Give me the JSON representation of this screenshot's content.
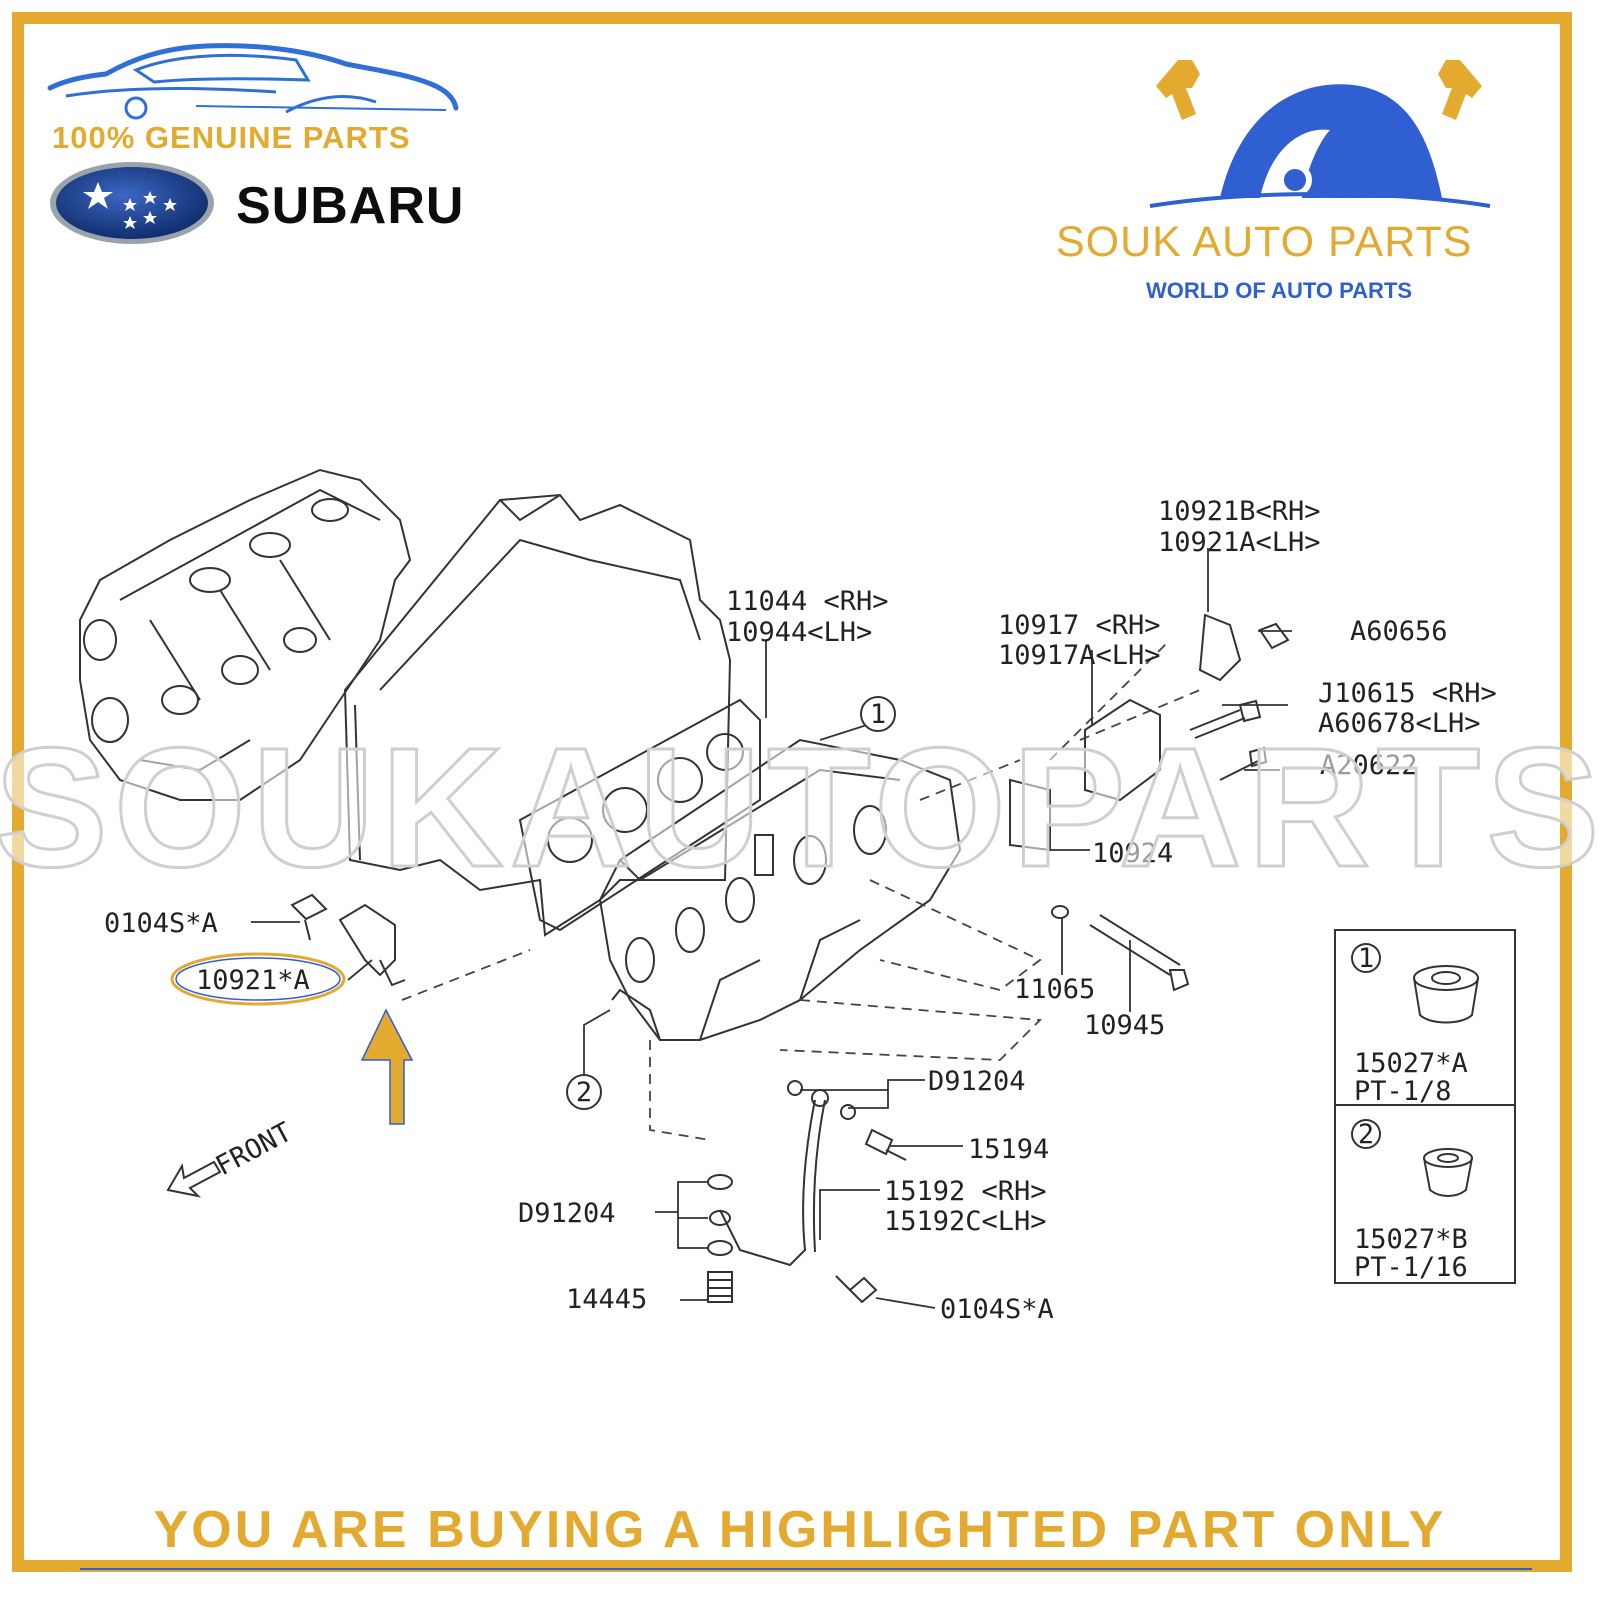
{
  "header": {
    "badge_text": "100% GENUINE PARTS",
    "brand_name": "SUBARU",
    "store_name": "SOUK AUTO PARTS",
    "store_tagline": "WORLD OF AUTO PARTS"
  },
  "watermark": "SOUKAUTOPARTS",
  "diagram": {
    "front_label": "FRONT",
    "labels": {
      "l_10921B_rh": "10921B<RH>",
      "l_10921A_lh": "10921A<LH>",
      "l_11044_rh": "11044 <RH>",
      "l_10944_lh": "10944<LH>",
      "l_10917_rh": "10917 <RH>",
      "l_10917A_lh": "10917A<LH>",
      "l_A60656": "A60656",
      "l_J10615_rh": "J10615 <RH>",
      "l_A60678_lh": "A60678<LH>",
      "l_A20622": "A20622",
      "l_10924": "10924",
      "l_11065": "11065",
      "l_10945": "10945",
      "l_0104S_A_top": "0104S*A",
      "l_10921_A": "10921*A",
      "l_D91204_right": "D91204",
      "l_15194": "15194",
      "l_15192_rh": "15192 <RH>",
      "l_15192C_lh": "15192C<LH>",
      "l_D91204_left": "D91204",
      "l_14445": "14445",
      "l_0104S_A_bottom": "0104S*A"
    },
    "callouts": [
      "1",
      "2"
    ],
    "legend": [
      {
        "number": "1",
        "part": "15027*A",
        "thread": "PT-1/8"
      },
      {
        "number": "2",
        "part": "15027*B",
        "thread": "PT-1/16"
      }
    ],
    "highlighted_part": "10921*A"
  },
  "colors": {
    "gold": "#e3aa2f",
    "blue": "#2f5fd0",
    "subaru_blue": "#1e3f8a"
  },
  "footer": {
    "notice": "YOU ARE BUYING A HIGHLIGHTED PART ONLY"
  }
}
